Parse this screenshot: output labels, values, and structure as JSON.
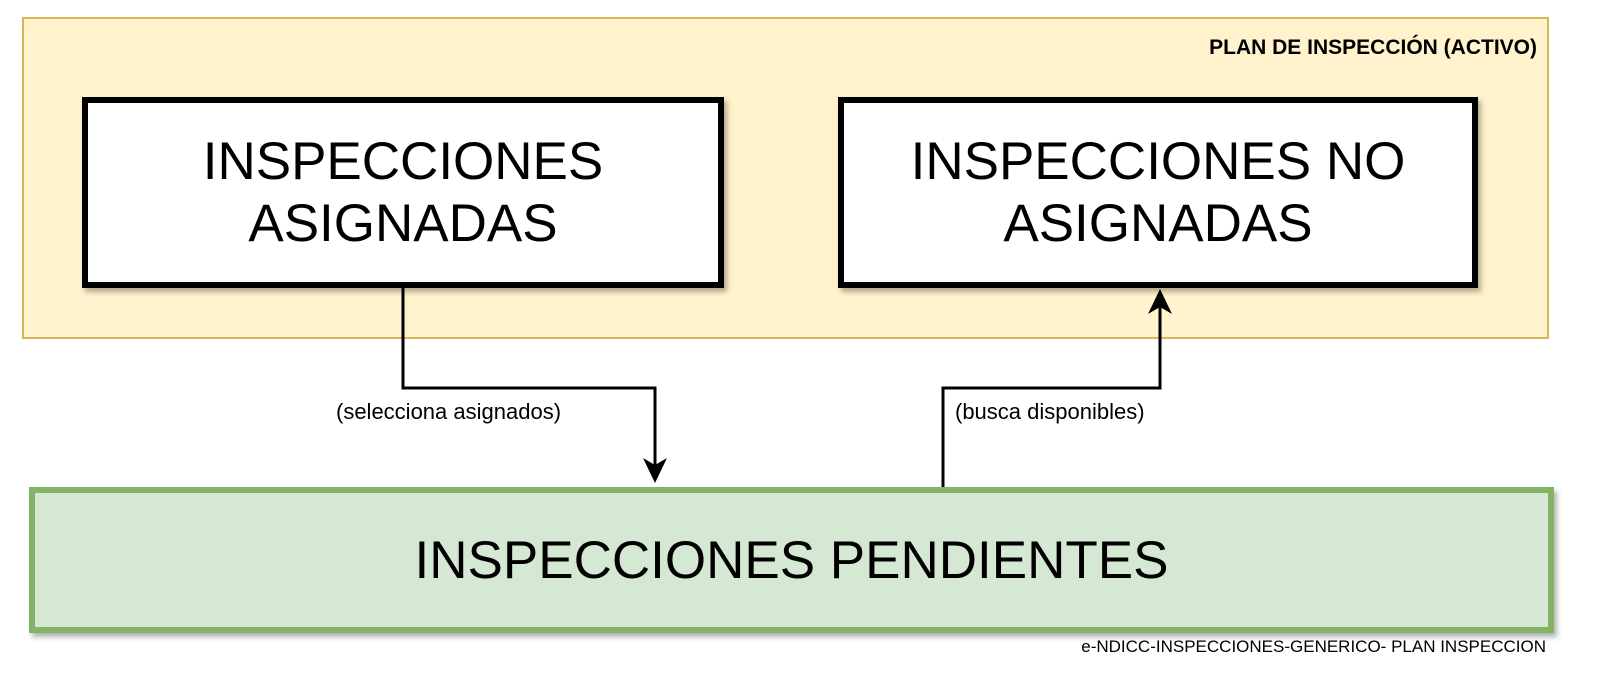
{
  "container": {
    "title": "PLAN DE INSPECCIÓN (ACTIVO)"
  },
  "nodes": {
    "asignadas": "INSPECCIONES\nASIGNADAS",
    "no_asignadas": "INSPECCIONES NO\nASIGNADAS",
    "pendientes": "INSPECCIONES PENDIENTES"
  },
  "edges": {
    "selecciona": "(selecciona asignados)",
    "busca": "(busca disponibles)"
  },
  "footer": "e-NDICC-INSPECCIONES-GENERICO- PLAN INSPECCION",
  "colors": {
    "plan_fill": "#fff2cc",
    "plan_border": "#d6b656",
    "pending_fill": "#d5e8d4",
    "pending_border": "#82b366"
  }
}
